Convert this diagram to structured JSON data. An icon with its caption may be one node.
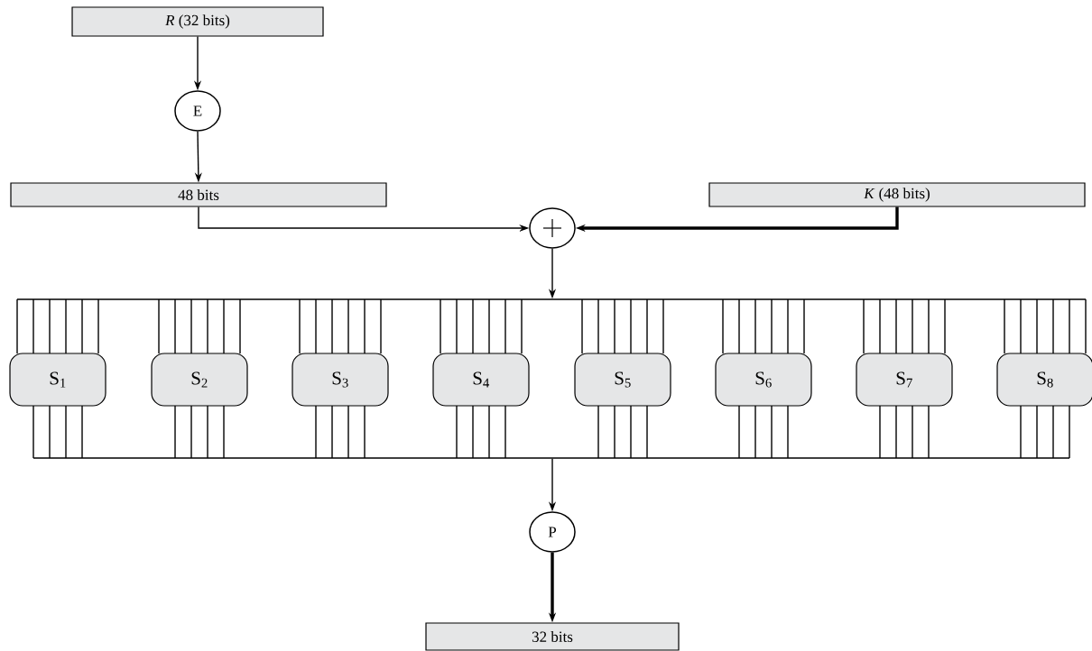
{
  "diagram": {
    "nodes": [
      {
        "text": [
          "*R* (32 bits)"
        ]
      },
      {
        "text": [
          "E"
        ]
      },
      {
        "text": [
          "48 bits"
        ]
      },
      {
        "text": [
          "*K* (48 bits)"
        ]
      },
      {
        "text": [],
        "shape": "circle"
      },
      {
        "text": [],
        "shape": "box"
      },
      {
        "text": [
          "S$_{1}$"
        ],
        "in": 5
      },
      {
        "text": [
          "S$_{2}$"
        ],
        "in": 5
      },
      {
        "text": [
          "S$_{3}$"
        ],
        "in": 5
      },
      {
        "text": [
          "S$_{4}$"
        ],
        "in": 5
      },
      {
        "text": [
          "S$_{5}$"
        ],
        "in": 5
      },
      {
        "text": [
          "S$_{6}$"
        ],
        "in": 5
      },
      {
        "text": [
          "S$_{7}$"
        ],
        "in": 5
      },
      {
        "text": [
          "S$_{8}$"
        ],
        "in": 5
      },
      {
        "text": [
          "P"
        ]
      },
      {
        "text": [
          "32 bits"
        ]
      }
    ],
    "edges": [
      {
        "from": 0,
        "to": 1,
        "arrow": "to"
      },
      {
        "from": 1,
        "to": 2,
        "arrow": "to"
      },
      {
        "from": 2,
        "to": 4,
        "arrow": "to"
      },
      {
        "from": 3,
        "to": 4,
        "arrow": "to",
        "style": "thick"
      },
      {
        "from": 4,
        "to": 5,
        "arrow": "to"
      },
      {
        "from": 5,
        "to": 14,
        "arrow": "to"
      },
      {
        "from": 14,
        "to": 15,
        "arrow": "to",
        "style": "thick"
      }
    ]
  }
}
